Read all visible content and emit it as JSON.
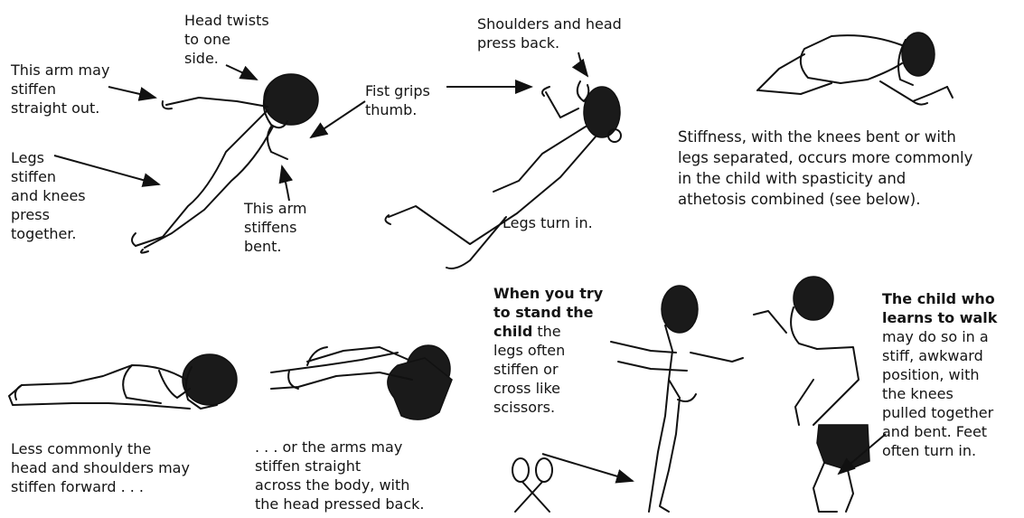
{
  "labels": {
    "head_twists": "Head twists\nto one\nside.",
    "arm_stiffen_out": "This arm may\nstiffen\nstraight out.",
    "legs_stiffen": "Legs\nstiffen\nand knees\npress\ntogether.",
    "arm_stiffens_bent": "This arm\nstiffens\nbent.",
    "fist_grips": "Fist grips\nthumb.",
    "shoulders_head": "Shoulders and head\npress back.",
    "legs_turn_in": "Legs turn in.",
    "stiffness_knees": "Stiffness, with the knees bent or with\nlegs separated, occurs more commonly\nin the child with spasticity and\nathetosis combined (see below).",
    "less_commonly": "Less commonly the\nhead and shoulders may\nstiffen forward . . .",
    "or_arms": ". . . or the arms may\nstiffen straight\nacross the body, with\nthe head pressed back.",
    "stand_bold": "When you try\nto stand the\nchild",
    "stand_rest": " the\nlegs often\nstiffen or\ncross like\nscissors.",
    "walk_bold": "The child who\nlearns to walk",
    "walk_rest": "may do so in a\nstiff, awkward\nposition, with\nthe knees\npulled together\nand bent. Feet\noften turn in."
  },
  "icons": [
    "scissors-icon"
  ]
}
